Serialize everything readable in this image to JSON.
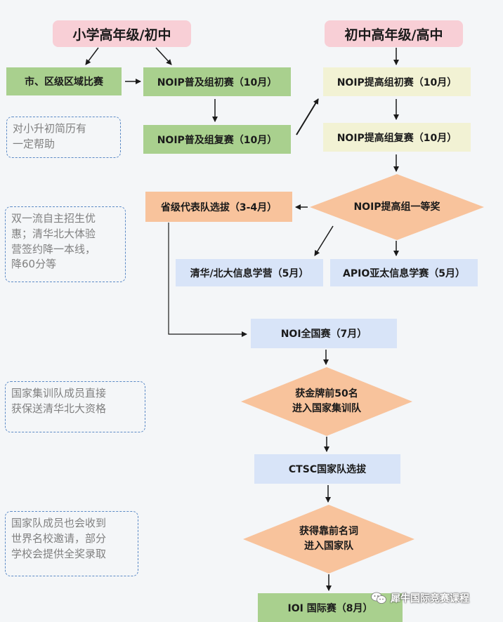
{
  "headers": {
    "left": "小学高年级/初中",
    "right": "初中高年级/高中"
  },
  "nodes": {
    "city": "市、区级区域比赛",
    "pj_first": "NOIP普及组初赛（10月）",
    "pj_second": "NOIP普及组复赛（10月）",
    "tg_first": "NOIP提高组初赛（10月）",
    "tg_second": "NOIP提高组复赛（10月）",
    "tg_first_prize": "NOIP提高组一等奖",
    "province_team": "省级代表队选拔（3-4月）",
    "camp": "清华/北大信息学营（5月）",
    "apio": "APIO亚太信息学赛（5月）",
    "noi": "NOI全国赛（7月）",
    "gold_line1": "获金牌前50名",
    "gold_line2": "进入国家集训队",
    "ctsc": "CTSC国家队选拔",
    "national_line1": "获得靠前名词",
    "national_line2": "进入国家队",
    "ioi": "IOI 国际赛（8月）"
  },
  "notes": {
    "note1": "对小升初简历有\n一定帮助",
    "note2": "双一流自主招生优\n惠；清华北大体验\n营签约降一本线，\n降60分等",
    "note3": "国家集训队成员直接\n获保送清华北大资格",
    "note4": "国家队成员也会收到\n世界名校邀请，部分\n学校会提供全奖录取"
  },
  "watermark": {
    "text": "犀牛国际竞赛课程"
  },
  "colors": {
    "pink": "#f8cfd6",
    "green": "#a9d08e",
    "cream": "#f2f2d4",
    "orange": "#f8c39c",
    "blue": "#d8e4f8",
    "diamond": "#f8c39c",
    "note_border": "#5b8ac6",
    "arrow": "#1a1a1a"
  }
}
